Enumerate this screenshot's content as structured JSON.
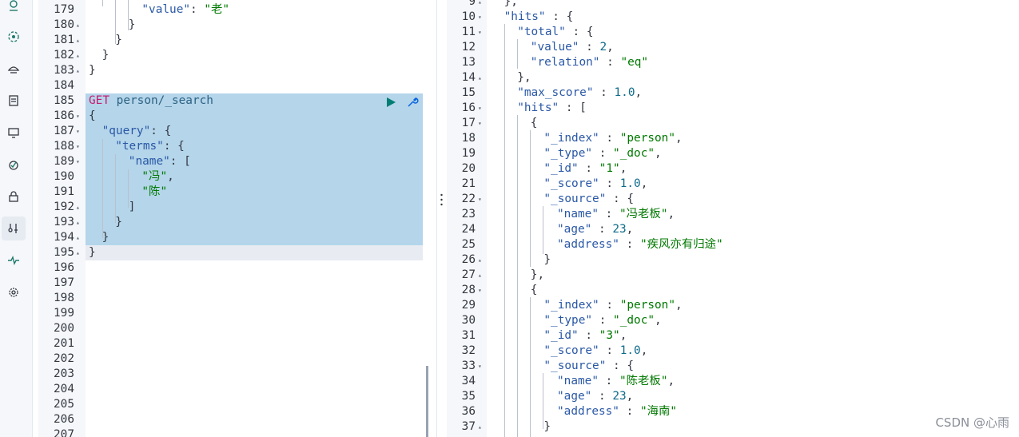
{
  "sidebar": {
    "items": [
      {
        "icon": "spaces-icon"
      },
      {
        "icon": "graph-icon"
      },
      {
        "icon": "logs-icon"
      },
      {
        "icon": "document-icon"
      },
      {
        "icon": "monitor-icon"
      },
      {
        "icon": "uptime-icon"
      },
      {
        "icon": "security-icon"
      },
      {
        "icon": "dev-tools-icon",
        "active": true
      },
      {
        "icon": "heartbeat-icon"
      },
      {
        "icon": "gear-icon"
      }
    ]
  },
  "request_editor": {
    "lines": [
      {
        "n": "",
        "tokens": []
      },
      {
        "n": "179",
        "tokens": [
          [
            "k",
            "\"value\""
          ],
          [
            "p",
            ": "
          ],
          [
            "s",
            "\"老\""
          ]
        ]
      },
      {
        "n": "180",
        "fold": "▴",
        "tokens": [
          [
            "p",
            "}"
          ]
        ]
      },
      {
        "n": "181",
        "fold": "▴",
        "tokens": [
          [
            "p",
            "}"
          ]
        ]
      },
      {
        "n": "182",
        "fold": "▴",
        "tokens": [
          [
            "p",
            "}"
          ]
        ]
      },
      {
        "n": "183",
        "fold": "▴",
        "tokens": [
          [
            "p",
            "}"
          ]
        ]
      },
      {
        "n": "184",
        "tokens": []
      },
      {
        "n": "185",
        "tokens": [
          [
            "m",
            "GET"
          ],
          [
            "p",
            " "
          ],
          [
            "t",
            "person/_search"
          ]
        ]
      },
      {
        "n": "186",
        "fold": "▾",
        "tokens": [
          [
            "p",
            "{"
          ]
        ]
      },
      {
        "n": "187",
        "fold": "▾",
        "tokens": [
          [
            "k",
            "\"query\""
          ],
          [
            "p",
            ": {"
          ]
        ]
      },
      {
        "n": "188",
        "fold": "▾",
        "tokens": [
          [
            "k",
            "\"terms\""
          ],
          [
            "p",
            ": {"
          ]
        ]
      },
      {
        "n": "189",
        "fold": "▾",
        "tokens": [
          [
            "k",
            "\"name\""
          ],
          [
            "p",
            ": ["
          ]
        ]
      },
      {
        "n": "190",
        "tokens": [
          [
            "s",
            "\"冯\""
          ],
          [
            "p",
            ","
          ]
        ]
      },
      {
        "n": "191",
        "tokens": [
          [
            "s",
            "\"陈\""
          ]
        ]
      },
      {
        "n": "192",
        "fold": "▴",
        "tokens": [
          [
            "p",
            "]"
          ]
        ]
      },
      {
        "n": "193",
        "fold": "▴",
        "tokens": [
          [
            "p",
            "}"
          ]
        ]
      },
      {
        "n": "194",
        "fold": "▴",
        "tokens": [
          [
            "p",
            "}"
          ]
        ]
      },
      {
        "n": "195",
        "fold": "▴",
        "tokens": [
          [
            "p",
            "}"
          ]
        ]
      },
      {
        "n": "196",
        "tokens": []
      },
      {
        "n": "197",
        "tokens": []
      },
      {
        "n": "198",
        "tokens": []
      },
      {
        "n": "199",
        "tokens": []
      },
      {
        "n": "200",
        "tokens": []
      },
      {
        "n": "201",
        "tokens": []
      },
      {
        "n": "202",
        "tokens": []
      },
      {
        "n": "203",
        "tokens": []
      },
      {
        "n": "204",
        "tokens": []
      },
      {
        "n": "205",
        "tokens": []
      },
      {
        "n": "206",
        "tokens": []
      },
      {
        "n": "207",
        "tokens": []
      }
    ]
  },
  "response_editor": {
    "lines": [
      {
        "n": "9",
        "fold": "▴",
        "tokens": [
          [
            "p",
            "},"
          ]
        ]
      },
      {
        "n": "10",
        "fold": "▾",
        "tokens": [
          [
            "k",
            "\"hits\""
          ],
          [
            "p",
            " : {"
          ]
        ]
      },
      {
        "n": "11",
        "fold": "▾",
        "tokens": [
          [
            "k",
            "\"total\""
          ],
          [
            "p",
            " : {"
          ]
        ]
      },
      {
        "n": "12",
        "tokens": [
          [
            "k",
            "\"value\""
          ],
          [
            "p",
            " : "
          ],
          [
            "n",
            "2"
          ],
          [
            "p",
            ","
          ]
        ]
      },
      {
        "n": "13",
        "tokens": [
          [
            "k",
            "\"relation\""
          ],
          [
            "p",
            " : "
          ],
          [
            "s",
            "\"eq\""
          ]
        ]
      },
      {
        "n": "14",
        "fold": "▴",
        "tokens": [
          [
            "p",
            "},"
          ]
        ]
      },
      {
        "n": "15",
        "tokens": [
          [
            "k",
            "\"max_score\""
          ],
          [
            "p",
            " : "
          ],
          [
            "n",
            "1.0"
          ],
          [
            "p",
            ","
          ]
        ]
      },
      {
        "n": "16",
        "fold": "▾",
        "tokens": [
          [
            "k",
            "\"hits\""
          ],
          [
            "p",
            " : ["
          ]
        ]
      },
      {
        "n": "17",
        "fold": "▾",
        "tokens": [
          [
            "p",
            "{"
          ]
        ]
      },
      {
        "n": "18",
        "tokens": [
          [
            "k",
            "\"_index\""
          ],
          [
            "p",
            " : "
          ],
          [
            "s",
            "\"person\""
          ],
          [
            "p",
            ","
          ]
        ]
      },
      {
        "n": "19",
        "tokens": [
          [
            "k",
            "\"_type\""
          ],
          [
            "p",
            " : "
          ],
          [
            "s",
            "\"_doc\""
          ],
          [
            "p",
            ","
          ]
        ]
      },
      {
        "n": "20",
        "tokens": [
          [
            "k",
            "\"_id\""
          ],
          [
            "p",
            " : "
          ],
          [
            "s",
            "\"1\""
          ],
          [
            "p",
            ","
          ]
        ]
      },
      {
        "n": "21",
        "tokens": [
          [
            "k",
            "\"_score\""
          ],
          [
            "p",
            " : "
          ],
          [
            "n",
            "1.0"
          ],
          [
            "p",
            ","
          ]
        ]
      },
      {
        "n": "22",
        "fold": "▾",
        "tokens": [
          [
            "k",
            "\"_source\""
          ],
          [
            "p",
            " : {"
          ]
        ]
      },
      {
        "n": "23",
        "tokens": [
          [
            "k",
            "\"name\""
          ],
          [
            "p",
            " : "
          ],
          [
            "s",
            "\"冯老板\""
          ],
          [
            "p",
            ","
          ]
        ]
      },
      {
        "n": "24",
        "tokens": [
          [
            "k",
            "\"age\""
          ],
          [
            "p",
            " : "
          ],
          [
            "n",
            "23"
          ],
          [
            "p",
            ","
          ]
        ]
      },
      {
        "n": "25",
        "tokens": [
          [
            "k",
            "\"address\""
          ],
          [
            "p",
            " : "
          ],
          [
            "s",
            "\"疾风亦有归途\""
          ]
        ]
      },
      {
        "n": "26",
        "fold": "▴",
        "tokens": [
          [
            "p",
            "}"
          ]
        ]
      },
      {
        "n": "27",
        "fold": "▴",
        "tokens": [
          [
            "p",
            "},"
          ]
        ]
      },
      {
        "n": "28",
        "fold": "▾",
        "tokens": [
          [
            "p",
            "{"
          ]
        ]
      },
      {
        "n": "29",
        "tokens": [
          [
            "k",
            "\"_index\""
          ],
          [
            "p",
            " : "
          ],
          [
            "s",
            "\"person\""
          ],
          [
            "p",
            ","
          ]
        ]
      },
      {
        "n": "30",
        "tokens": [
          [
            "k",
            "\"_type\""
          ],
          [
            "p",
            " : "
          ],
          [
            "s",
            "\"_doc\""
          ],
          [
            "p",
            ","
          ]
        ]
      },
      {
        "n": "31",
        "tokens": [
          [
            "k",
            "\"_id\""
          ],
          [
            "p",
            " : "
          ],
          [
            "s",
            "\"3\""
          ],
          [
            "p",
            ","
          ]
        ]
      },
      {
        "n": "32",
        "tokens": [
          [
            "k",
            "\"_score\""
          ],
          [
            "p",
            " : "
          ],
          [
            "n",
            "1.0"
          ],
          [
            "p",
            ","
          ]
        ]
      },
      {
        "n": "33",
        "fold": "▾",
        "tokens": [
          [
            "k",
            "\"_source\""
          ],
          [
            "p",
            " : {"
          ]
        ]
      },
      {
        "n": "34",
        "tokens": [
          [
            "k",
            "\"name\""
          ],
          [
            "p",
            " : "
          ],
          [
            "s",
            "\"陈老板\""
          ],
          [
            "p",
            ","
          ]
        ]
      },
      {
        "n": "35",
        "tokens": [
          [
            "k",
            "\"age\""
          ],
          [
            "p",
            " : "
          ],
          [
            "n",
            "23"
          ],
          [
            "p",
            ","
          ]
        ]
      },
      {
        "n": "36",
        "tokens": [
          [
            "k",
            "\"address\""
          ],
          [
            "p",
            " : "
          ],
          [
            "s",
            "\"海南\""
          ]
        ]
      },
      {
        "n": "37",
        "fold": "▴",
        "tokens": [
          [
            "p",
            "}"
          ]
        ]
      }
    ]
  },
  "watermark": "CSDN @心雨"
}
